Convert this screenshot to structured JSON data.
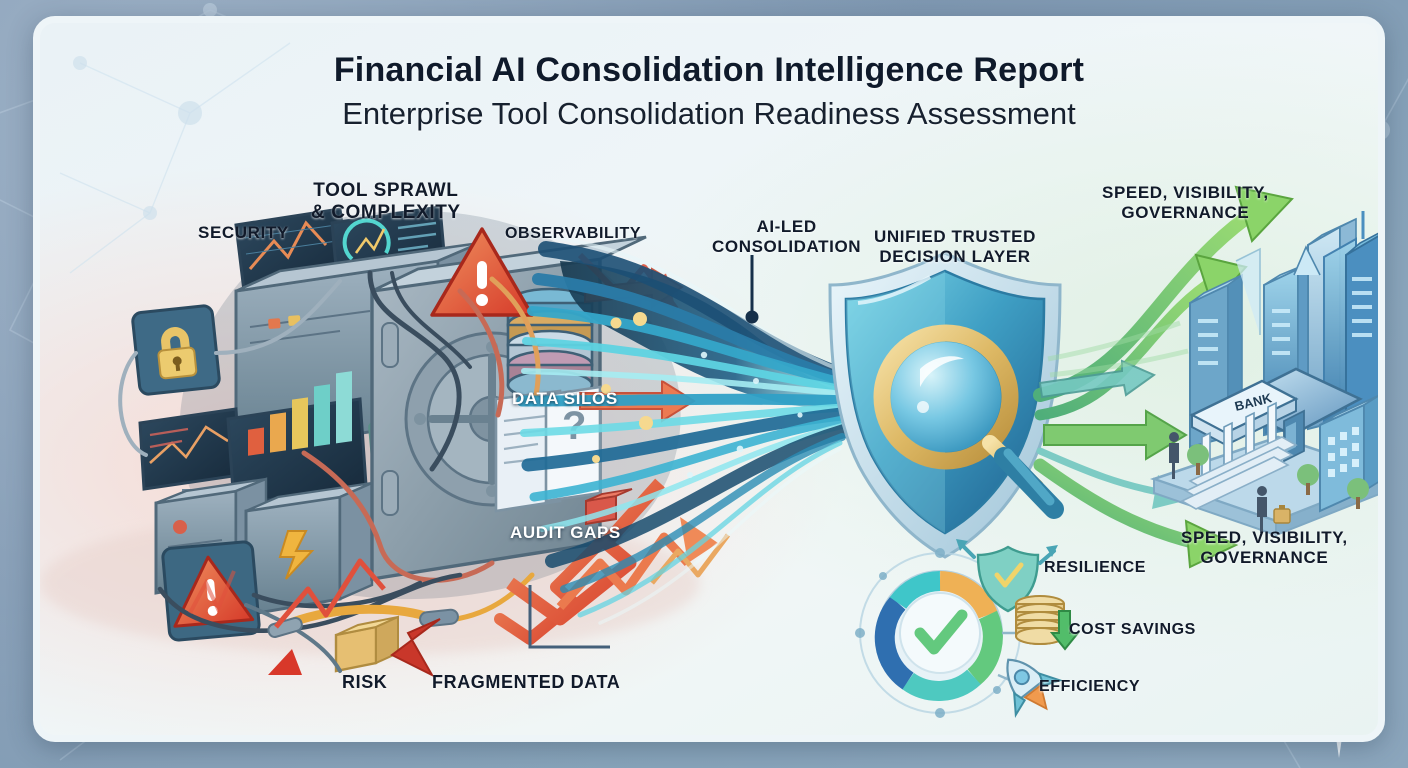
{
  "header": {
    "title": "Financial AI Consolidation Intelligence Report",
    "subtitle": "Enterprise Tool Consolidation Readiness Assessment"
  },
  "colors": {
    "page_background": "#7e96b0",
    "card_background": "#e6eff4",
    "card_border": "#eef5f8",
    "title_text": "#0f1a2b",
    "risk_red": "#e0503c",
    "warn_orange": "#f08a5d",
    "flow_blue": "#1f6aa5",
    "flow_teal": "#3fd0dd",
    "growth_green": "#6cc24a",
    "shield_blue": "#3fa3c4",
    "magnifier_gold": "#e5c06a",
    "chaos_panel": "#2b3f55",
    "label_white": "#ffffff"
  },
  "left_chaos": {
    "labels": [
      {
        "id": "security",
        "text": "SECURITY"
      },
      {
        "id": "tool-sprawl",
        "text": "TOOL SPRAWL\n& COMPLEXITY"
      },
      {
        "id": "observability",
        "text": "OBSERVABILITY"
      },
      {
        "id": "data-silos",
        "text": "DATA SILOS"
      },
      {
        "id": "audit-gaps",
        "text": "AUDIT GAPS"
      },
      {
        "id": "risk",
        "text": "RISK"
      },
      {
        "id": "fragmented-data",
        "text": "FRAGMENTED DATA"
      }
    ],
    "icons": [
      "padlock-icon",
      "warning-triangle-icon",
      "database-stack-icon",
      "document-question-icon",
      "lightning-bolt-icon",
      "server-rack-icon",
      "vault-door-icon",
      "monitor-line-chart-icon",
      "monitor-bar-chart-icon",
      "monitor-gauge-icon",
      "keyboard-icon",
      "cable-icon",
      "box-icon"
    ]
  },
  "flow": {
    "label": "AI-LED\nCONSOLIDATION",
    "direction": "left-to-right",
    "stream_count": 14
  },
  "center": {
    "label": "UNIFIED TRUSTED\nDECISION LAYER",
    "icon": "shield-magnifier-icon"
  },
  "outcomes": {
    "labels": [
      {
        "id": "speed-top",
        "text": "SPEED, VISIBILITY,\nGOVERNANCE"
      },
      {
        "id": "speed-bottom",
        "text": "SPEED, VISIBILITY,\nGOVERNANCE"
      }
    ],
    "destination_icon": "bank-city-icon",
    "bank_sign": "BANK"
  },
  "metrics": {
    "gauge": {
      "icon": "check-gauge-icon",
      "segments": [
        {
          "color": "#3fc6c9",
          "label": ""
        },
        {
          "color": "#f0ad4e",
          "label": ""
        },
        {
          "color": "#5cc85c",
          "label": ""
        },
        {
          "color": "#2f6fb0",
          "label": ""
        }
      ]
    },
    "items": [
      {
        "id": "resilience",
        "text": "RESILIENCE",
        "icon": "shield-check-icon"
      },
      {
        "id": "cost-savings",
        "text": "COST SAVINGS",
        "icon": "coin-stack-down-arrow-icon"
      },
      {
        "id": "efficiency",
        "text": "EFFICIENCY",
        "icon": "rocket-icon"
      }
    ]
  },
  "decor": {
    "sparkle_icon": "sparkle-star-icon",
    "network_mesh_icon": "network-mesh-icon"
  }
}
